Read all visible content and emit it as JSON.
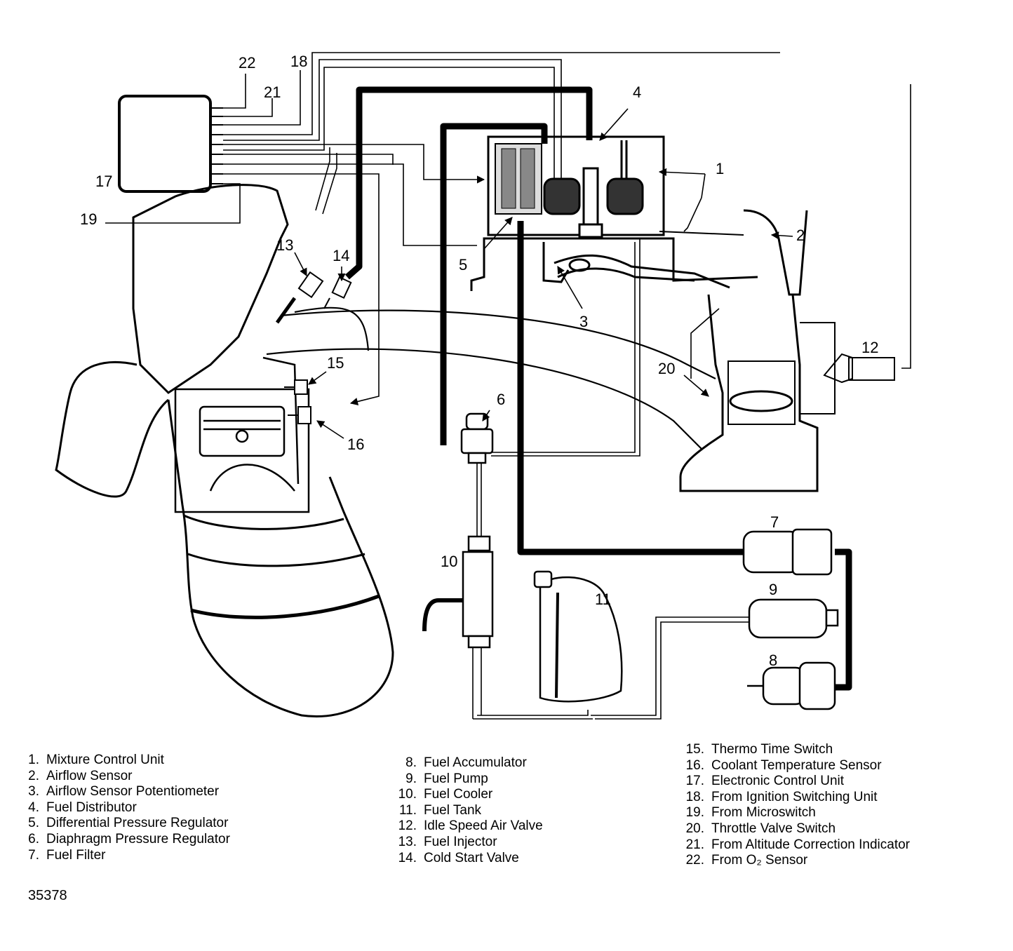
{
  "callouts": {
    "c1": "1",
    "c2": "2",
    "c3": "3",
    "c4": "4",
    "c5": "5",
    "c6": "6",
    "c7": "7",
    "c8": "8",
    "c9": "9",
    "c10": "10",
    "c11": "11",
    "c12": "12",
    "c13": "13",
    "c14": "14",
    "c15": "15",
    "c16": "16",
    "c17": "17",
    "c18": "18",
    "c19": "19",
    "c20": "20",
    "c21": "21",
    "c22": "22"
  },
  "legend": {
    "col1": [
      {
        "num": "1.",
        "label": "Mixture Control Unit"
      },
      {
        "num": "2.",
        "label": "Airflow Sensor"
      },
      {
        "num": "3.",
        "label": "Airflow Sensor Potentiometer"
      },
      {
        "num": "4.",
        "label": "Fuel Distributor"
      },
      {
        "num": "5.",
        "label": "Differential Pressure Regulator"
      },
      {
        "num": "6.",
        "label": "Diaphragm Pressure Regulator"
      },
      {
        "num": "7.",
        "label": "Fuel Filter"
      }
    ],
    "col2": [
      {
        "num": "8.",
        "label": "Fuel Accumulator"
      },
      {
        "num": "9.",
        "label": "Fuel Pump"
      },
      {
        "num": "10.",
        "label": "Fuel Cooler"
      },
      {
        "num": "11.",
        "label": "Fuel Tank"
      },
      {
        "num": "12.",
        "label": "Idle Speed Air Valve"
      },
      {
        "num": "13.",
        "label": "Fuel Injector"
      },
      {
        "num": "14.",
        "label": "Cold Start Valve"
      }
    ],
    "col3": [
      {
        "num": "15.",
        "label": "Thermo Time Switch"
      },
      {
        "num": "16.",
        "label": "Coolant Temperature Sensor"
      },
      {
        "num": "17.",
        "label": "Electronic Control Unit"
      },
      {
        "num": "18.",
        "label": "From Ignition Switching Unit"
      },
      {
        "num": "19.",
        "label": "From Microswitch"
      },
      {
        "num": "20.",
        "label": "Throttle Valve Switch"
      },
      {
        "num": "21.",
        "label": "From Altitude Correction Indicator"
      },
      {
        "num": "22.",
        "label": "From O₂ Sensor"
      }
    ]
  },
  "figure_id": "35378"
}
